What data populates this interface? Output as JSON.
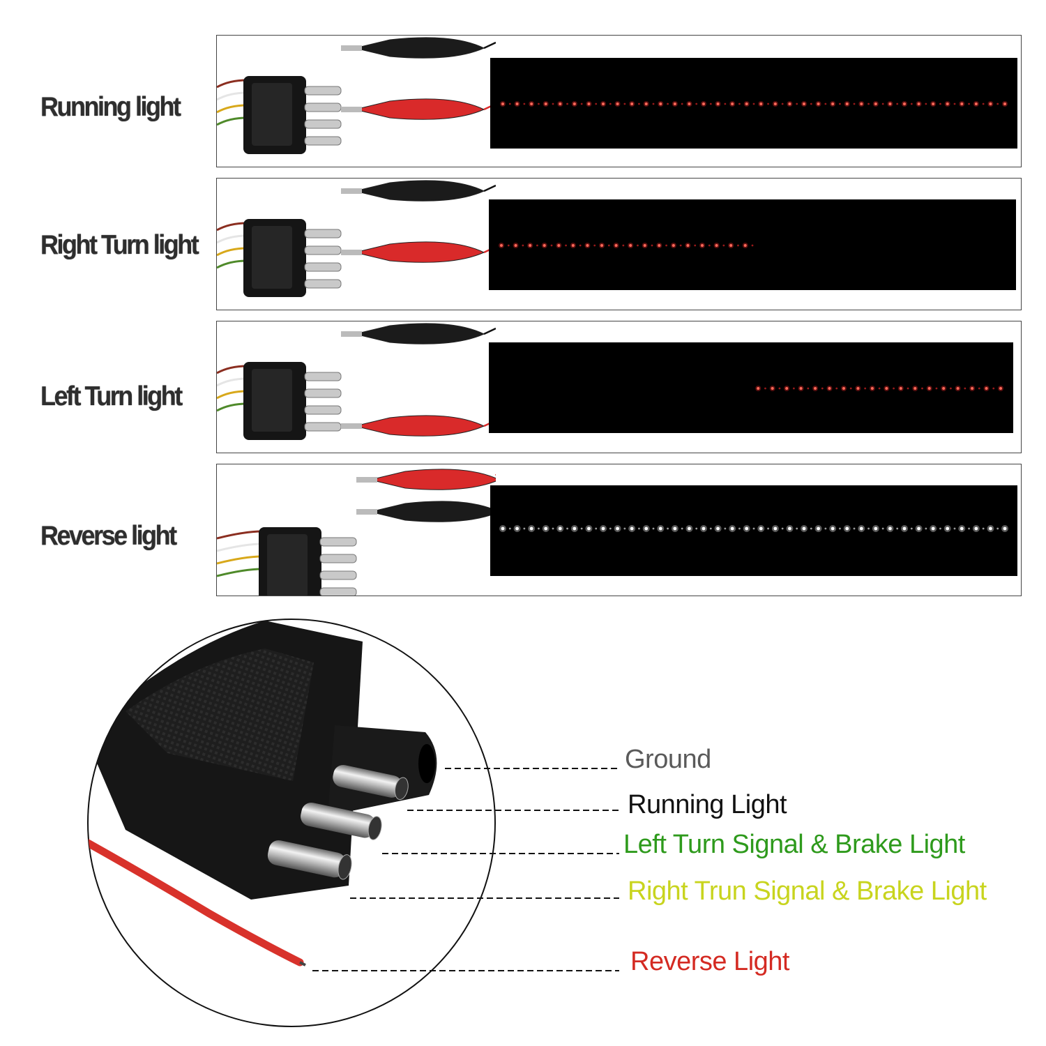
{
  "rows": [
    {
      "label": "Running light",
      "lit": "full",
      "led_color": "#ff2a2a"
    },
    {
      "label": "Right Turn light",
      "lit": "left-half",
      "led_color": "#ff2a2a"
    },
    {
      "label": "Left Turn light",
      "lit": "right-half",
      "led_color": "#ff2a2a"
    },
    {
      "label": "Reverse light",
      "lit": "full",
      "led_color": "#ffffff"
    }
  ],
  "pinout": {
    "ground": {
      "label": "Ground",
      "color": "#5a5a5a"
    },
    "running": {
      "label": "Running Light",
      "color": "#111111"
    },
    "left_turn": {
      "label": "Left Turn Signal & Brake Light",
      "color": "#2e9a1c"
    },
    "right_turn": {
      "label": "Right Trun Signal & Brake Light",
      "color": "#c8d41e"
    },
    "reverse": {
      "label": "Reverse Light",
      "color": "#d42a22"
    }
  }
}
